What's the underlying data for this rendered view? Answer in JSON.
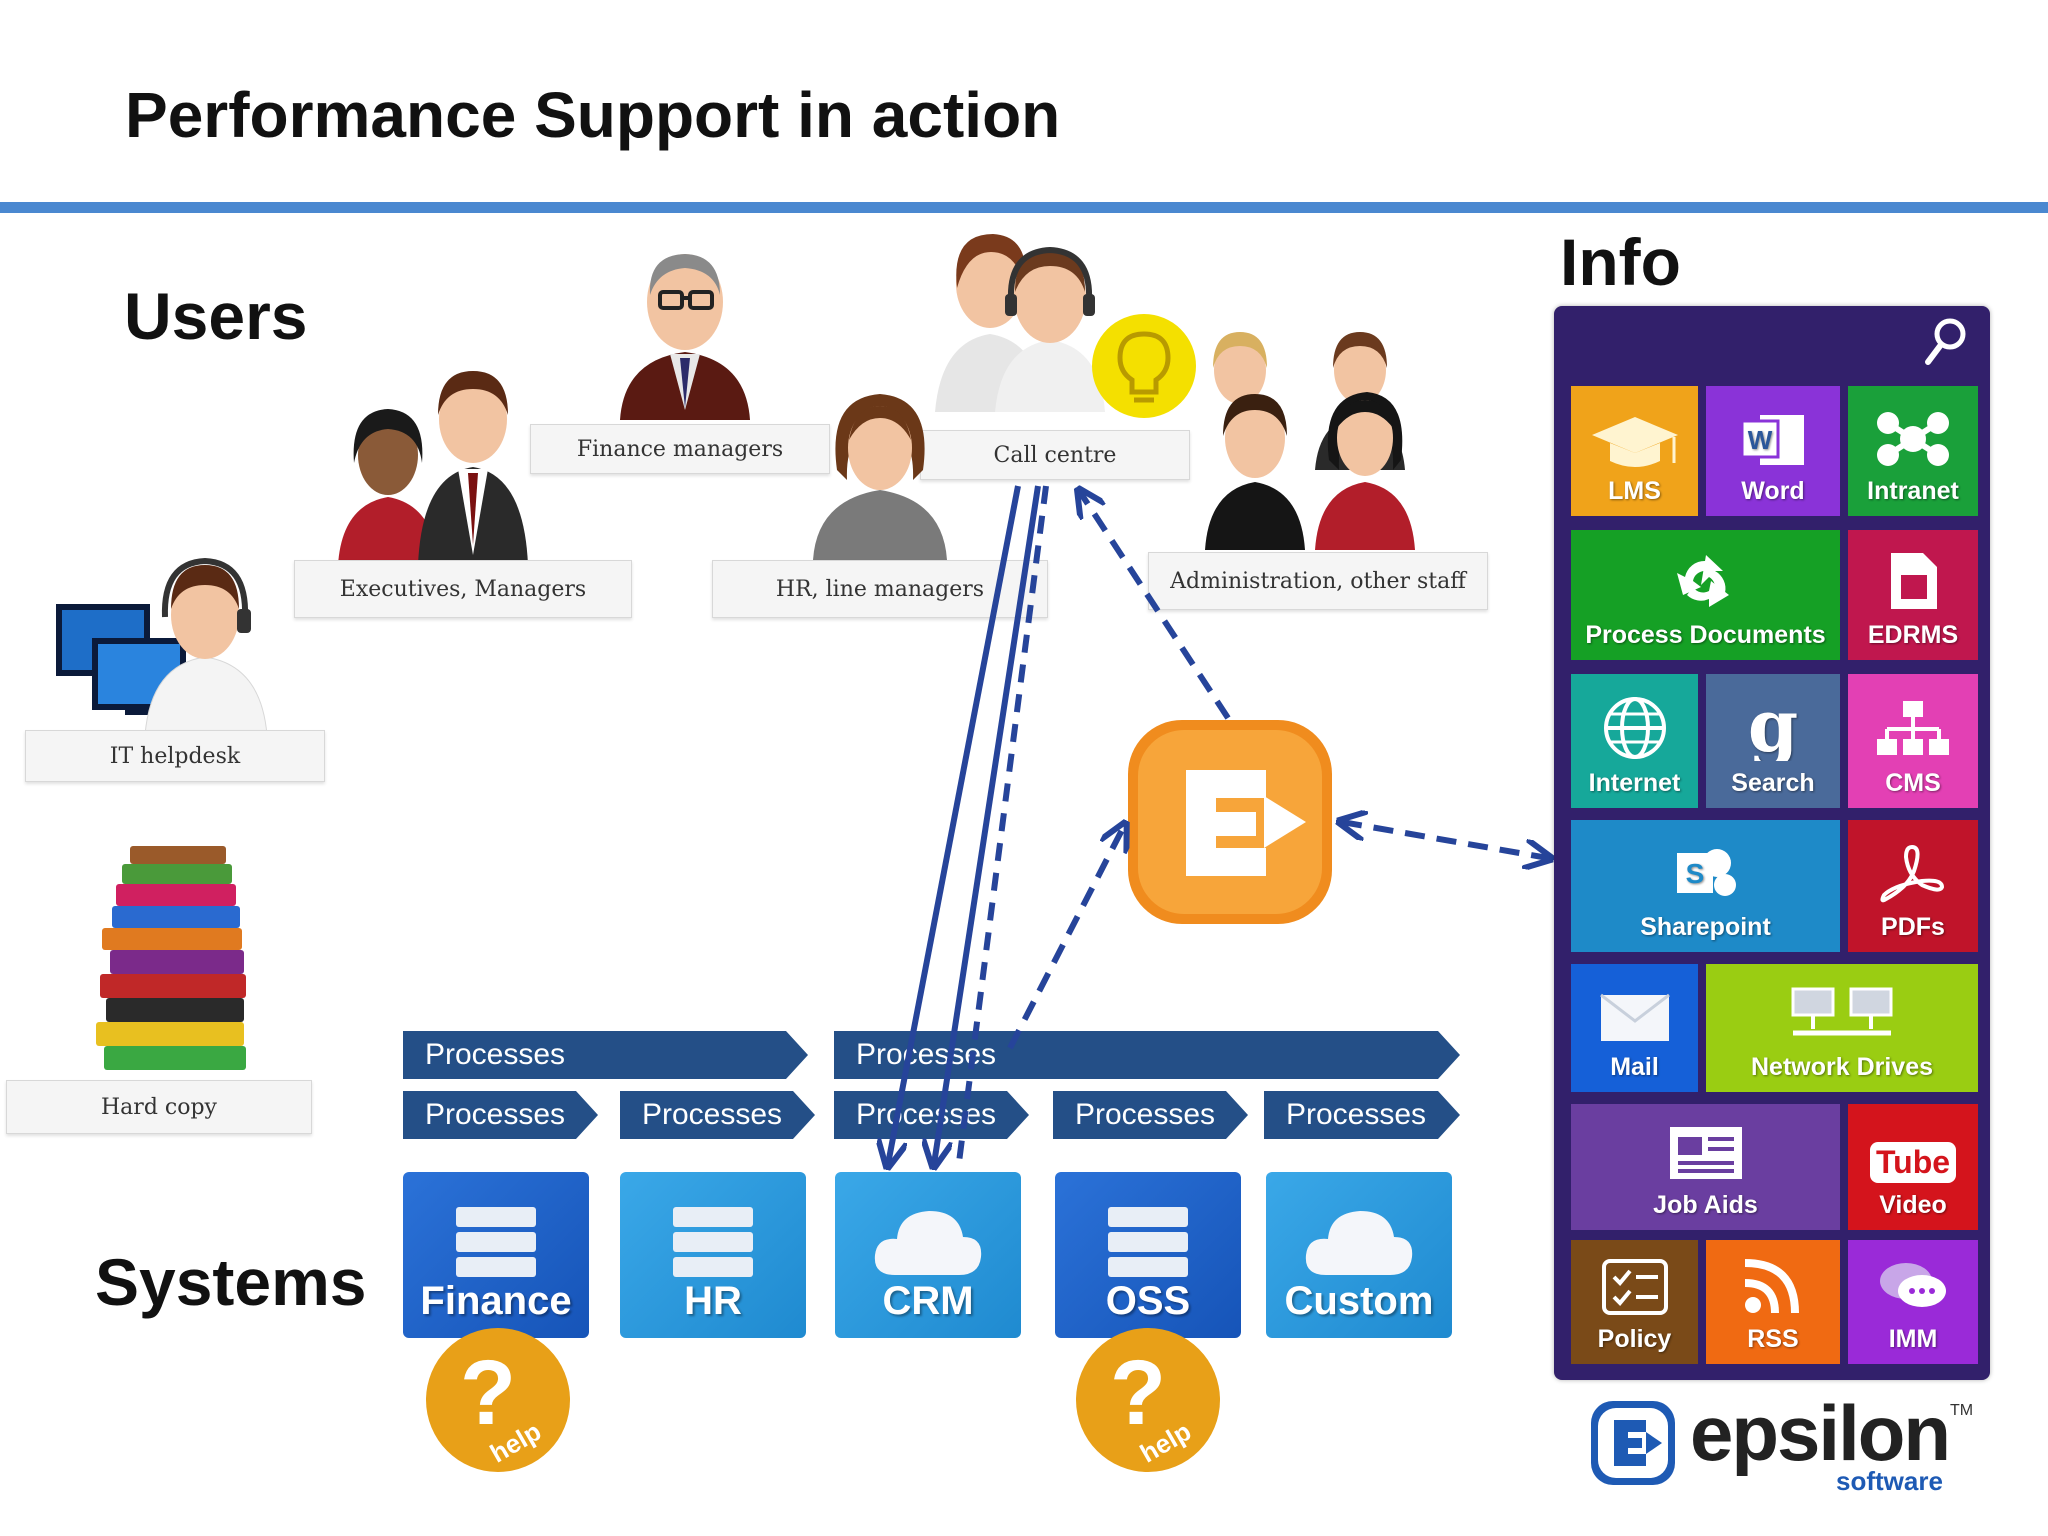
{
  "title": "Performance Support in action",
  "sections": {
    "users": "Users",
    "systems": "Systems",
    "info": "Info"
  },
  "user_groups": {
    "finance": "Finance managers",
    "call": "Call centre",
    "exec": "Executives, Managers",
    "hr": "HR, line managers",
    "admin": "Administration, other staff",
    "it": "IT helpdesk",
    "hard": "Hard copy"
  },
  "process_rows": {
    "top": [
      "Processes",
      "Processes"
    ],
    "bottom": [
      "Processes",
      "Processes",
      "Processes",
      "Processes",
      "Processes"
    ]
  },
  "systems": [
    "Finance",
    "HR",
    "CRM",
    "OSS",
    "Custom"
  ],
  "help_label": "help",
  "info_tiles": [
    "LMS",
    "Word",
    "Intranet",
    "Process Documents",
    "EDRMS",
    "Internet",
    "Search",
    "CMS",
    "Sharepoint",
    "PDFs",
    "Mail",
    "Network Drives",
    "Job Aids",
    "Video",
    "Policy",
    "RSS",
    "IMM"
  ],
  "youtube_glyph": "Tube",
  "brand": {
    "name": "epsilon",
    "sub": "software",
    "tm": "TM"
  },
  "colors": {
    "rule": "#4a88d0",
    "process": "#244f87",
    "arrow": "#26449a",
    "panel": "#32206b",
    "epsilon_orange": "#f08c1e"
  }
}
